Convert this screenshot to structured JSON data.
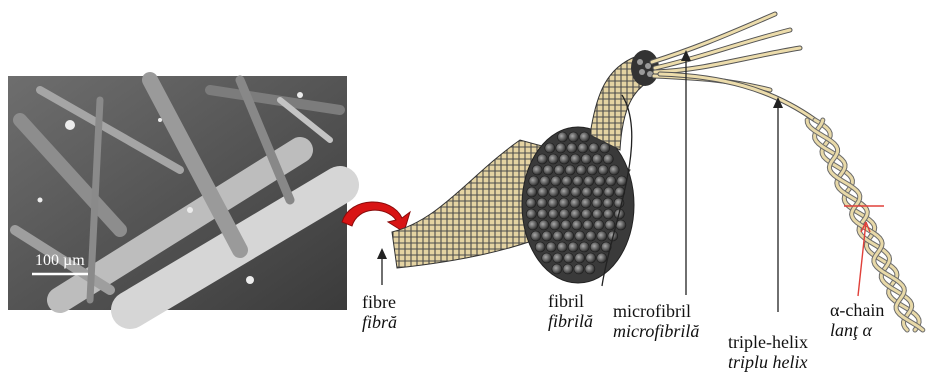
{
  "micrograph": {
    "scale_bar_label": "100 µm"
  },
  "labels": {
    "fibre": {
      "en": "fibre",
      "ro": "fibră"
    },
    "fibril": {
      "en": "fibril",
      "ro": "fibrilă"
    },
    "microfibril": {
      "en": "microfibril",
      "ro": "microfibrilă"
    },
    "triple_helix": {
      "en": "triple-helix",
      "ro": "triplu helix"
    },
    "alpha_chain": {
      "en": "α-chain",
      "ro": "lanţ α"
    }
  },
  "colors": {
    "curved_arrow": "#d81414",
    "alpha_arrow": "#e0403a",
    "strand": "#e8d9a8",
    "strand_dark": "#6b6b6b"
  }
}
